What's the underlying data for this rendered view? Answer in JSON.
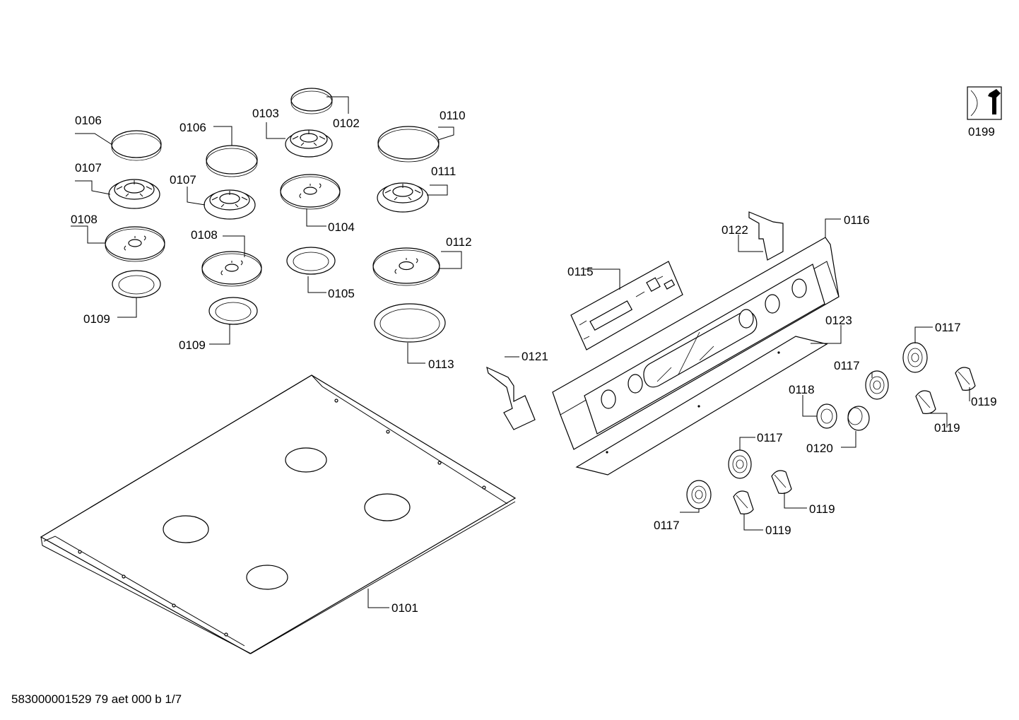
{
  "footer": {
    "doc_code": "583000001529 79 aet 000 b 1/7"
  },
  "service_icon": {
    "name": "service-wrench-icon",
    "label": "0199"
  },
  "labels": {
    "p0101": "0101",
    "p0102": "0102",
    "p0103": "0103",
    "p0104": "0104",
    "p0105": "0105",
    "p0106a": "0106",
    "p0106b": "0106",
    "p0107a": "0107",
    "p0107b": "0107",
    "p0108a": "0108",
    "p0108b": "0108",
    "p0109a": "0109",
    "p0109b": "0109",
    "p0110": "0110",
    "p0111": "0111",
    "p0112": "0112",
    "p0113": "0113",
    "p0115": "0115",
    "p0116": "0116",
    "p0117a": "0117",
    "p0117b": "0117",
    "p0117c": "0117",
    "p0117d": "0117",
    "p0118": "0118",
    "p0119a": "0119",
    "p0119b": "0119",
    "p0119c": "0119",
    "p0119d": "0119",
    "p0120": "0120",
    "p0121": "0121",
    "p0122": "0122",
    "p0123": "0123"
  }
}
